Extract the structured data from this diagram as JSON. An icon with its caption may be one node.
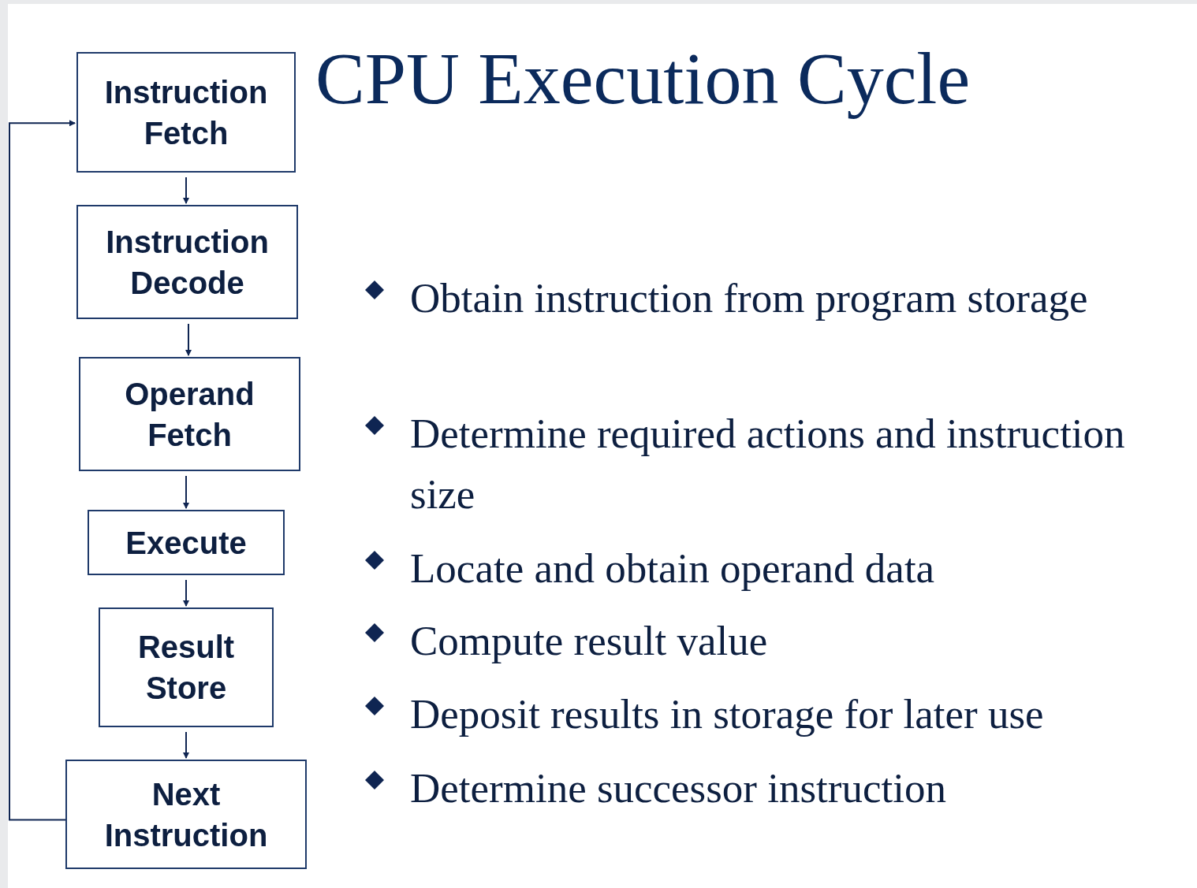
{
  "diagram": {
    "title": "CPU Execution Cycle",
    "nodes": [
      {
        "text": [
          "Instruction Fetch"
        ]
      },
      {
        "text": [
          "Instruction Decode"
        ]
      },
      {
        "text": [
          "Operand Fetch"
        ]
      },
      {
        "text": [
          "Execute"
        ]
      },
      {
        "text": [
          "Result Store"
        ]
      },
      {
        "text": [
          "Next Instruction"
        ]
      }
    ],
    "edges": [
      {
        "from": 0,
        "to": 1,
        "arrow": "to"
      },
      {
        "from": 1,
        "to": 2,
        "arrow": "to"
      },
      {
        "from": 2,
        "to": 3,
        "arrow": "to"
      },
      {
        "from": 3,
        "to": 4,
        "arrow": "to"
      },
      {
        "from": 4,
        "to": 5,
        "arrow": "to"
      },
      {
        "from": 5,
        "to": 0,
        "arrow": "to"
      }
    ],
    "labels": [
      "Obtain instruction from program storage",
      "Determine required actions and instruction size",
      "Locate and obtain operand data",
      "Compute result value",
      "Deposit results in storage for later use",
      "Determine successor instruction"
    ]
  }
}
